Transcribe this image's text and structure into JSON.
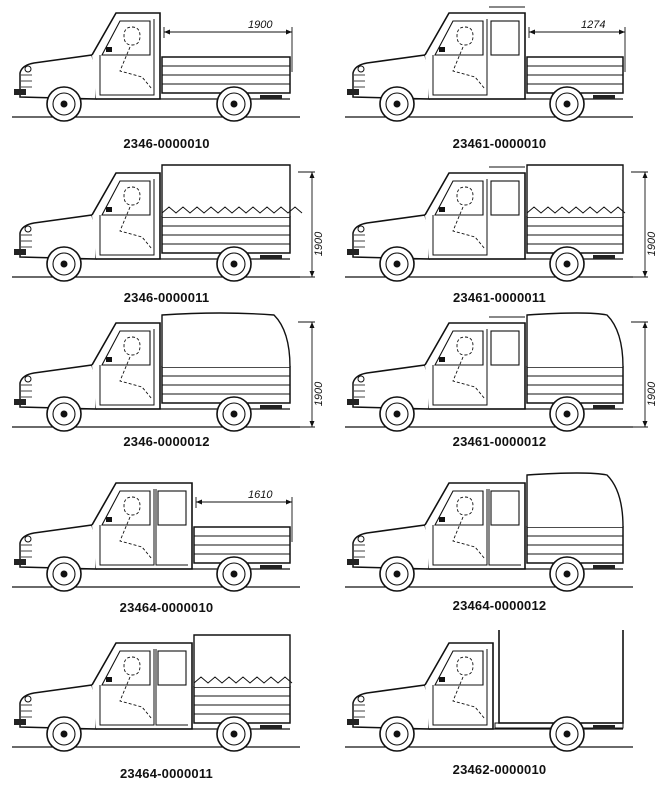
{
  "variants": [
    {
      "model_code": "2346-0000010",
      "cab": "single",
      "body": "flatbed",
      "dimension": {
        "label": "1900",
        "orientation": "horizontal"
      }
    },
    {
      "model_code": "23461-0000010",
      "cab": "extended",
      "body": "flatbed",
      "dimension": {
        "label": "1274",
        "orientation": "horizontal"
      }
    },
    {
      "model_code": "2346-0000011",
      "cab": "single",
      "body": "canvas-tent",
      "dimension": {
        "label": "1900",
        "orientation": "vertical"
      }
    },
    {
      "model_code": "23461-0000011",
      "cab": "extended",
      "body": "canvas-tent",
      "dimension": {
        "label": "1900",
        "orientation": "vertical"
      }
    },
    {
      "model_code": "2346-0000012",
      "cab": "single",
      "body": "hardtop",
      "dimension": {
        "label": "1900",
        "orientation": "vertical"
      }
    },
    {
      "model_code": "23461-0000012",
      "cab": "extended",
      "body": "hardtop",
      "dimension": {
        "label": "1900",
        "orientation": "vertical"
      }
    },
    {
      "model_code": "23464-0000010",
      "cab": "double",
      "body": "flatbed",
      "dimension": {
        "label": "1610",
        "orientation": "horizontal"
      }
    },
    {
      "model_code": "23464-0000012",
      "cab": "double",
      "body": "hardtop",
      "dimension": null
    },
    {
      "model_code": "23464-0000011",
      "cab": "double",
      "body": "canvas-tent",
      "dimension": null
    },
    {
      "model_code": "23462-0000010",
      "cab": "single",
      "body": "box-van",
      "dimension": null
    }
  ]
}
